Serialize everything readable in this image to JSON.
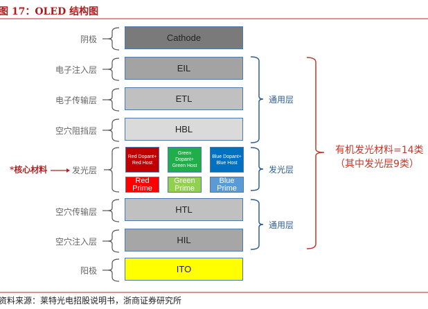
{
  "title": "图 17：OLED 结构图",
  "source": "资料来源：莱特光电招股说明书，浙商证券研究所",
  "layers": {
    "cathode": {
      "text": "Cathode",
      "label": "阴极",
      "color": "#7a7a7a"
    },
    "eil": {
      "text": "EIL",
      "label": "电子注入层",
      "color": "#a3a3a3"
    },
    "etl": {
      "text": "ETL",
      "label": "电子传输层",
      "color": "#c0c0c0"
    },
    "hbl": {
      "text": "HBL",
      "label": "空穴阻挡层",
      "color": "#dadada"
    },
    "eml": {
      "label": "发光层"
    },
    "htl": {
      "text": "HTL",
      "label": "空穴传输层",
      "color": "#c0c0c0"
    },
    "hil": {
      "text": "HIL",
      "label": "空穴注入层",
      "color": "#a6a6a6"
    },
    "ito": {
      "text": "ITO",
      "label": "阳极",
      "color": "#ffff00"
    }
  },
  "emitters": [
    {
      "host": "Red Dopant+ Red Host",
      "prime": "Red Prime",
      "host_color": "#c00000",
      "prime_color": "#ff0000"
    },
    {
      "host": "Green Dopant+ Green Host",
      "prime": "Green Prime",
      "host_color": "#1fae4a",
      "prime_color": "#92d050"
    },
    {
      "host": "Blue Dopant+ Blue Host",
      "prime": "Blue Prime",
      "host_color": "#0070c0",
      "prime_color": "#5b9bd5"
    }
  ],
  "core_label": "*核心材料",
  "groups": {
    "common_top": "通用层",
    "emitting": "发光层",
    "common_bottom": "通用层"
  },
  "summary": {
    "line1": "有机发光材料=14类",
    "line2": "（其中发光层9类）"
  }
}
